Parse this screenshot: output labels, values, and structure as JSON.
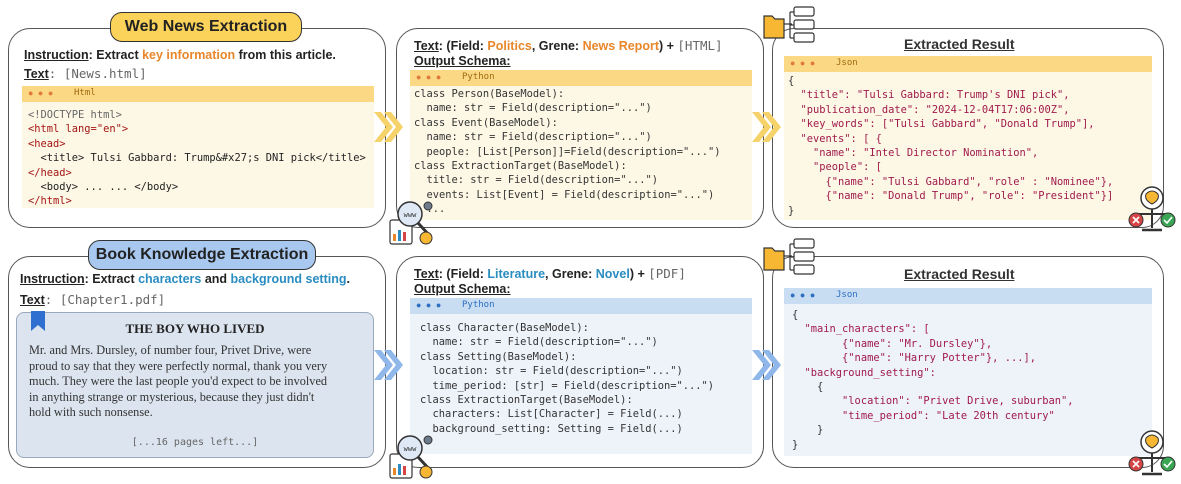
{
  "web": {
    "title": "Web News Extraction",
    "instruction_label": "Instruction",
    "instruction_pre": ": Extract ",
    "instruction_hl": "key information",
    "instruction_post": " from this article.",
    "text_label": "Text",
    "text_file": ": [News.html]",
    "code_lang": "Html",
    "code_lines": [
      "<!DOCTYPE html>",
      "<html lang=\"en\">",
      "<head>",
      "  <title> Tulsi Gabbard: Trump&#x27;s DNI pick</title>",
      "</head>",
      "  <body> ... ... </body>",
      "</html>"
    ],
    "mid_text_label": "Text",
    "mid_field_pre": ": (Field: ",
    "mid_field": "Politics",
    "mid_grene_pre": ", Grene: ",
    "mid_grene": "News Report",
    "mid_post": ") + ",
    "mid_format": "[HTML]",
    "schema_label": "Output Schema:",
    "schema_lang": "Python",
    "schema_lines": [
      "class Person(BaseModel):",
      "  name: str = Field(description=\"...\")",
      "class Event(BaseModel):",
      "  name: str = Field(description=\"...\")",
      "  people: [List[Person]]=Field(description=\"...\")",
      "class ExtractionTarget(BaseModel):",
      "  title: str = Field(description=\"...\")",
      "  events: List[Event] = Field(description=\"...\")",
      "  ..."
    ],
    "result_title": "Extracted Result",
    "result_lang": "Json",
    "result_lines": [
      "{",
      "  \"title\": \"Tulsi Gabbard: Trump's DNI pick\",",
      "  \"publication_date\": \"2024-12-04T17:06:00Z\",",
      "  \"key_words\": [\"Tulsi Gabbard\", \"Donald Trump\"],",
      "  \"events\": [ {",
      "    \"name\": \"Intel Director Nomination\",",
      "    \"people\": [",
      "      {\"name\": \"Tulsi Gabbard\", \"role\" : \"Nominee\"},",
      "      {\"name\": \"Donald Trump\", \"role\": \"President\"}]",
      "}"
    ]
  },
  "book": {
    "title": "Book Knowledge Extraction",
    "instruction_label": "Instruction",
    "instruction_pre": ": Extract ",
    "instruction_hl1": "characters",
    "instruction_mid": " and ",
    "instruction_hl2": "background setting",
    "instruction_post": ".",
    "text_label": "Text",
    "text_file": ": [Chapter1.pdf]",
    "paper_title": "THE BOY WHO LIVED",
    "paper_lines": [
      "Mr. and Mrs. Dursley, of number four, Privet Drive, were",
      "proud to say that they were perfectly normal, thank you very",
      "much. They were the last people you'd expect to be involved",
      "in anything strange or mysterious, because they just didn't",
      "hold with such nonsense."
    ],
    "paper_more": "[...16 pages left...]",
    "mid_text_label": "Text",
    "mid_field_pre": ": (Field: ",
    "mid_field": "Literature",
    "mid_grene_pre": ", Grene: ",
    "mid_grene": "Novel",
    "mid_post": ") + ",
    "mid_format": "[PDF]",
    "schema_label": "Output Schema:",
    "schema_lang": "Python",
    "schema_lines": [
      "class Character(BaseModel):",
      "  name: str = Field(description=\"...\")",
      "class Setting(BaseModel):",
      "  location: str = Field(description=\"...\")",
      "  time_period: [str] = Field(description=\"...\")",
      "class ExtractionTarget(BaseModel):",
      "  characters: List[Character] = Field(...)",
      "  background_setting: Setting = Field(...)"
    ],
    "result_title": "Extracted Result",
    "result_lang": "Json",
    "result_lines": [
      "{",
      "  \"main_characters\": [",
      "        {\"name\": \"Mr. Dursley\"},",
      "        {\"name\": \"Harry Potter\"}, ...],",
      "  \"background_setting\":",
      "    {",
      "        \"location\": \"Privet Drive, suburban\",",
      "        \"time_period\": \"Late 20th century\"",
      "    }",
      "}"
    ]
  },
  "colors": {
    "orange": "#e8862a",
    "blue": "#2a8cc0",
    "yellow_pill": "#fbd35a",
    "blue_pill": "#a8c8f0",
    "yellow_code": "#fdf8e6",
    "blue_code": "#eef3fa"
  },
  "icons": [
    "folder-tree-icon",
    "magnifier-web-icon",
    "brain-scale-icon",
    "double-chevron-arrow-icon",
    "bookmark-icon"
  ]
}
